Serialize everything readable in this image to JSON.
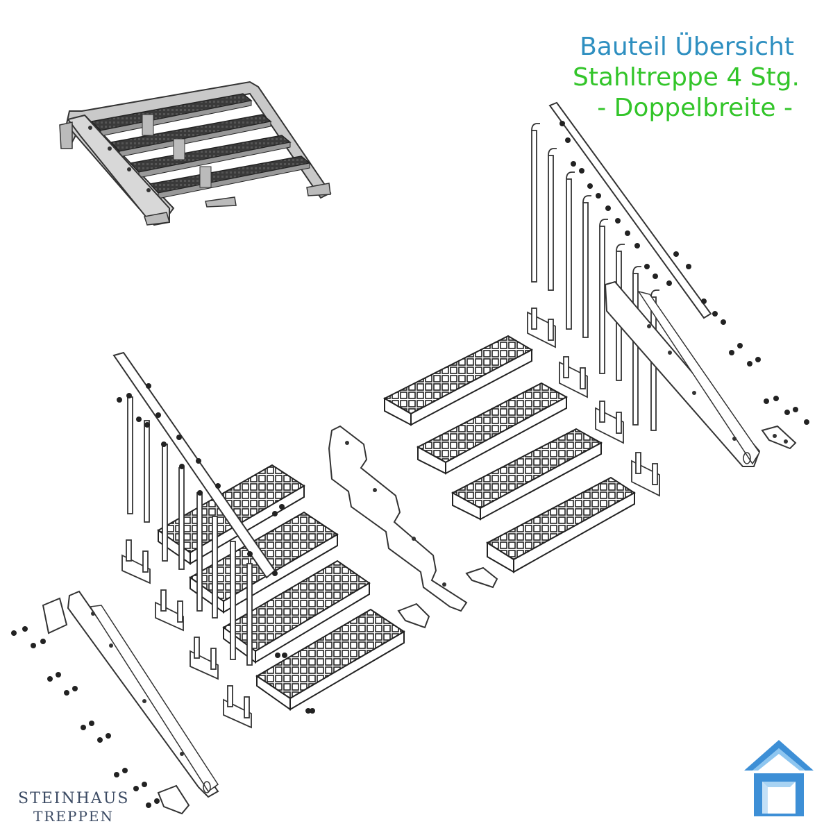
{
  "title": {
    "line1": "Bauteil Übersicht",
    "line2": "Stahltreppe 4 Stg.",
    "line3": "- Doppelbreite -"
  },
  "brand": {
    "line1": "STEINHAUS",
    "line2": "TREPPEN",
    "logo_icon": "house-logo-icon"
  },
  "colors": {
    "title_blue": "#2e8fc0",
    "title_green": "#33c52a",
    "brand_text": "#3b4a63",
    "logo_blue": "#3d8fd6"
  },
  "parts": {
    "tread_count": 4
  }
}
